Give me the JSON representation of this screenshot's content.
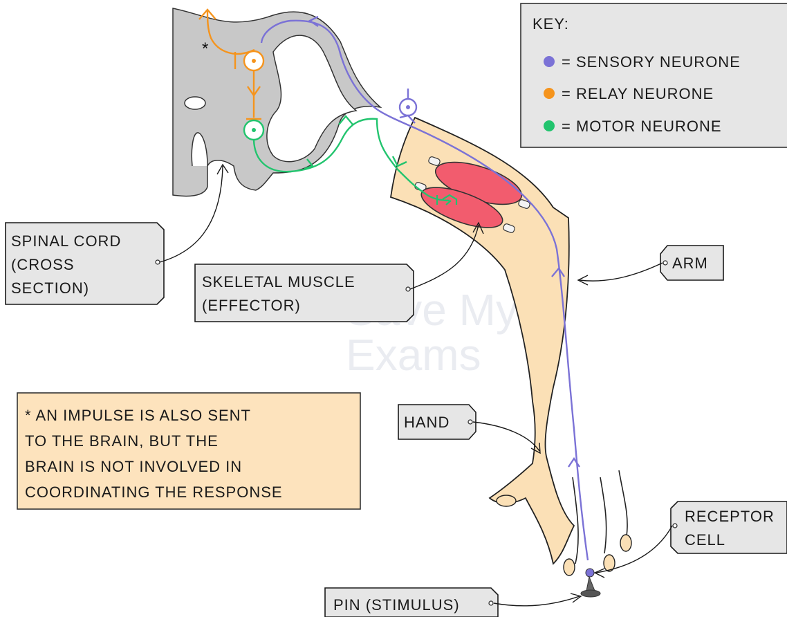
{
  "key": {
    "title": "KEY:",
    "items": [
      {
        "label": "= SENSORY  NEURONE",
        "color": "#7b72d6"
      },
      {
        "label": "= RELAY  NEURONE",
        "color": "#f5941d"
      },
      {
        "label": "= MOTOR  NEURONE",
        "color": "#22c46e"
      }
    ]
  },
  "labels": {
    "spinal_cord": [
      "SPINAL  CORD",
      "(CROSS",
      "SECTION)"
    ],
    "skeletal_muscle": [
      "SKELETAL  MUSCLE",
      "(EFFECTOR)"
    ],
    "arm": "ARM",
    "hand": "HAND",
    "receptor": [
      "RECEPTOR",
      "CELL"
    ],
    "pin": "PIN  (STIMULUS)"
  },
  "note": {
    "asterisk": "*",
    "lines": [
      "* AN  IMPULSE  IS  ALSO  SENT",
      "TO  THE  BRAIN,  BUT  THE",
      "BRAIN  IS  NOT  INVOLVED  IN",
      "COORDINATING  THE  RESPONSE"
    ]
  },
  "watermark": [
    "Save My",
    "Exams"
  ],
  "colors": {
    "sensory": "#7b72d6",
    "relay": "#f5941d",
    "motor": "#22c46e",
    "skin": "#fbe0b6",
    "spinal_cord": "#c8c8c8",
    "muscle": "#f25c6e",
    "note_box": "#fde3bd",
    "tag": "#e6e6e6"
  }
}
